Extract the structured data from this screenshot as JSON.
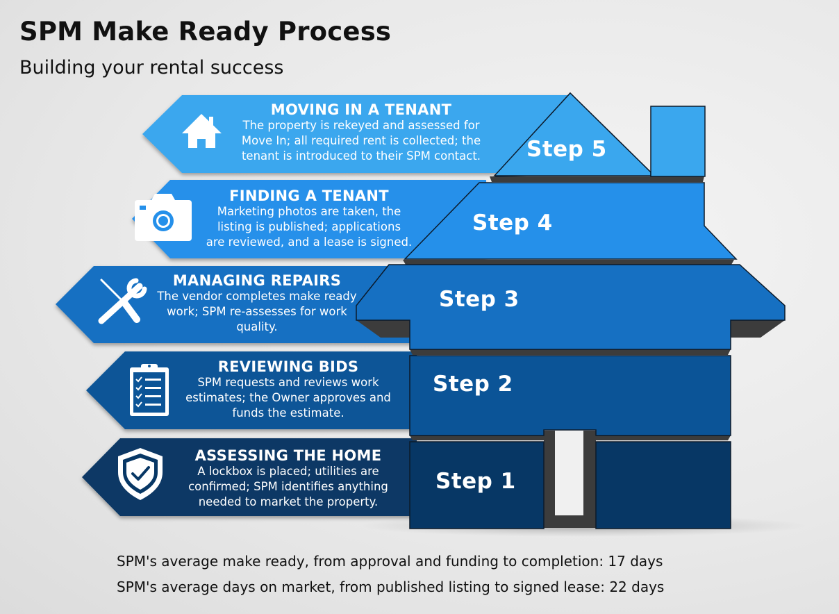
{
  "header": {
    "title": "SPM Make Ready Process",
    "subtitle": "Building your rental success"
  },
  "colors": {
    "step5": "#3aa7ee",
    "step4": "#2590ea",
    "step3": "#1670c2",
    "step2": "#0b5497",
    "step1": "#073765",
    "shadow": "#3c3c3c",
    "outline": "#0c1a2a"
  },
  "steps": [
    {
      "label": "Step 5",
      "title": "MOVING IN A TENANT",
      "desc_lines": [
        "The property is rekeyed and assessed for",
        "Move In; all required rent is collected; the",
        "tenant is introduced to their SPM contact."
      ],
      "icon": "house-icon"
    },
    {
      "label": "Step 4",
      "title": "FINDING A TENANT",
      "desc_lines": [
        "Marketing photos are taken, the",
        "listing is published; applications",
        "are reviewed, and a lease is signed."
      ],
      "icon": "camera-icon"
    },
    {
      "label": "Step 3",
      "title": "MANAGING REPAIRS",
      "desc_lines": [
        "The vendor completes make ready",
        "work; SPM re-assesses for work",
        "quality."
      ],
      "icon": "tools-icon"
    },
    {
      "label": "Step 2",
      "title": "REVIEWING BIDS",
      "desc_lines": [
        "SPM requests and reviews work",
        "estimates; the Owner approves and",
        "funds the estimate."
      ],
      "icon": "clipboard-checklist-icon"
    },
    {
      "label": "Step 1",
      "title": "ASSESSING THE HOME",
      "desc_lines": [
        "A lockbox is placed; utilities are",
        "confirmed; SPM identifies anything",
        "needed to market the property."
      ],
      "icon": "shield-check-icon"
    }
  ],
  "footer": {
    "make_ready": "SPM's average make ready, from approval and funding to completion: 17 days",
    "days_on_market": "SPM's average days on market, from published listing to signed lease: 22 days"
  }
}
